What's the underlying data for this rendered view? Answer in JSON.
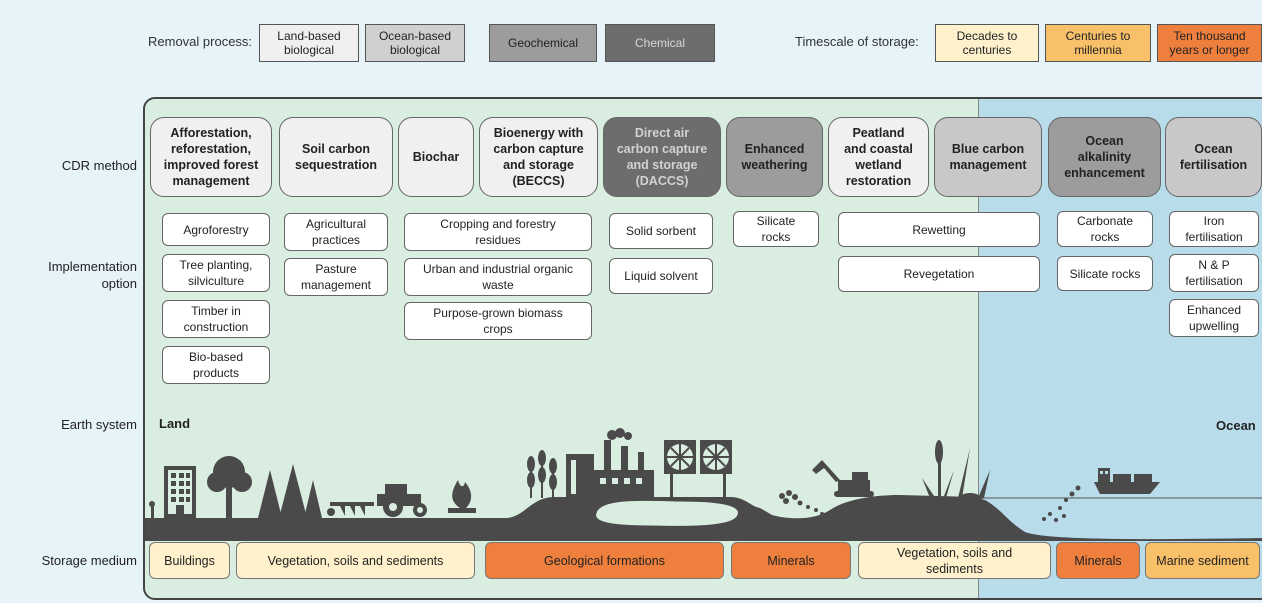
{
  "legend": {
    "removal_label": "Removal process:",
    "removal": [
      "Land-based\nbiological",
      "Ocean-based\nbiological",
      "Geochemical",
      "Chemical"
    ],
    "timescale_label": "Timescale of storage:",
    "timescale": [
      "Decades to\ncenturies",
      "Centuries to\nmillennia",
      "Ten thousand\nyears or longer"
    ]
  },
  "rows": {
    "cdr_method": "CDR method",
    "implementation": "Implementation\noption",
    "earth_system": "Earth system",
    "storage_medium": "Storage medium"
  },
  "methods": [
    "Afforestation,\nreforestation,\nimproved forest\nmanagement",
    "Soil carbon\nsequestration",
    "Biochar",
    "Bioenergy with\ncarbon capture\nand storage\n(BECCS)",
    "Direct air\ncarbon capture\nand storage\n(DACCS)",
    "Enhanced\nweathering",
    "Peatland\nand coastal\nwetland\nrestoration",
    "Blue carbon\nmanagement",
    "Ocean\nalkalinity\nenhancement",
    "Ocean\nfertilisation"
  ],
  "options": {
    "afforestation": [
      "Agroforestry",
      "Tree planting,\nsilviculture",
      "Timber in\nconstruction",
      "Bio-based\nproducts"
    ],
    "soil": [
      "Agricultural\npractices",
      "Pasture\nmanagement"
    ],
    "beccs": [
      "Cropping and forestry\nresidues",
      "Urban and industrial organic\nwaste",
      "Purpose-grown biomass\ncrops"
    ],
    "daccs": [
      "Solid sorbent",
      "Liquid solvent"
    ],
    "weathering": [
      "Silicate\nrocks"
    ],
    "peatland": [
      "Rewetting",
      "Revegetation"
    ],
    "alkalinity": [
      "Carbonate\nrocks",
      "Silicate rocks"
    ],
    "fertilisation": [
      "Iron\nfertilisation",
      "N & P\nfertilisation",
      "Enhanced\nupwelling"
    ]
  },
  "earth": {
    "land": "Land",
    "ocean": "Ocean"
  },
  "storage": [
    "Buildings",
    "Vegetation, soils and sediments",
    "Geological formations",
    "Minerals",
    "Vegetation, soils and\nsediments",
    "Minerals",
    "Marine sediment"
  ],
  "colors": {
    "land_based": "#f0f0f0",
    "ocean_based": "#c8c8c8",
    "geochemical": "#9a9a9a",
    "chemical": "#6b6b6b",
    "decades": "#fff1cc",
    "centuries": "#f9c06a",
    "ten_thousand": "#ee7f3d",
    "land_bg": "#d9eee0",
    "ocean_bg": "#b8dcea",
    "ground": "#4a4a4a"
  }
}
